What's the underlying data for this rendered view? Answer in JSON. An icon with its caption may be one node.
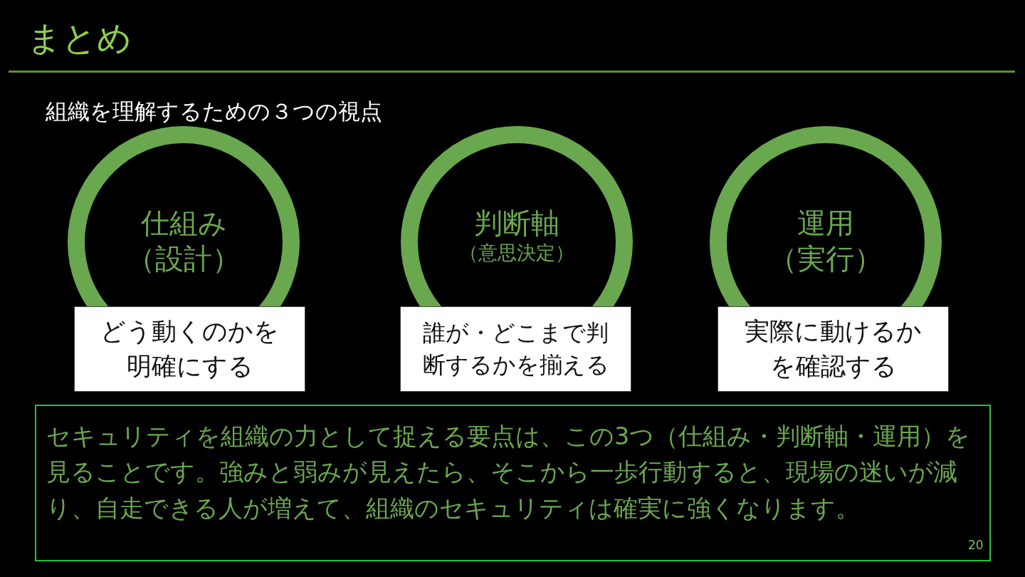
{
  "diagram": {
    "title": "まとめ",
    "nodes": [
      {
        "text": [
          "仕組み",
          "（設計）"
        ]
      },
      {
        "text": [
          "どう動くのかを明確にする"
        ]
      },
      {
        "text": [
          "判断軸",
          "（意思決定）"
        ]
      },
      {
        "text": [
          "誰が・どこまで判断するかを揃える"
        ]
      },
      {
        "text": [
          "運用",
          "（実行）"
        ]
      },
      {
        "text": [
          "実際に動けるかを確認する"
        ]
      },
      {
        "text": [
          "セキュリティを組織の力として捉える要点は、この3つ（仕組み・判断軸・運用）を見ることです。強みと弱みが見えたら、そこから一歩行動すると、現場の迷いが減り、自走できる人が増えて、組織のセキュリティは確実に強くなります。"
        ]
      }
    ],
    "labels": [
      "組織を理解するための３つの視点",
      "20"
    ]
  }
}
